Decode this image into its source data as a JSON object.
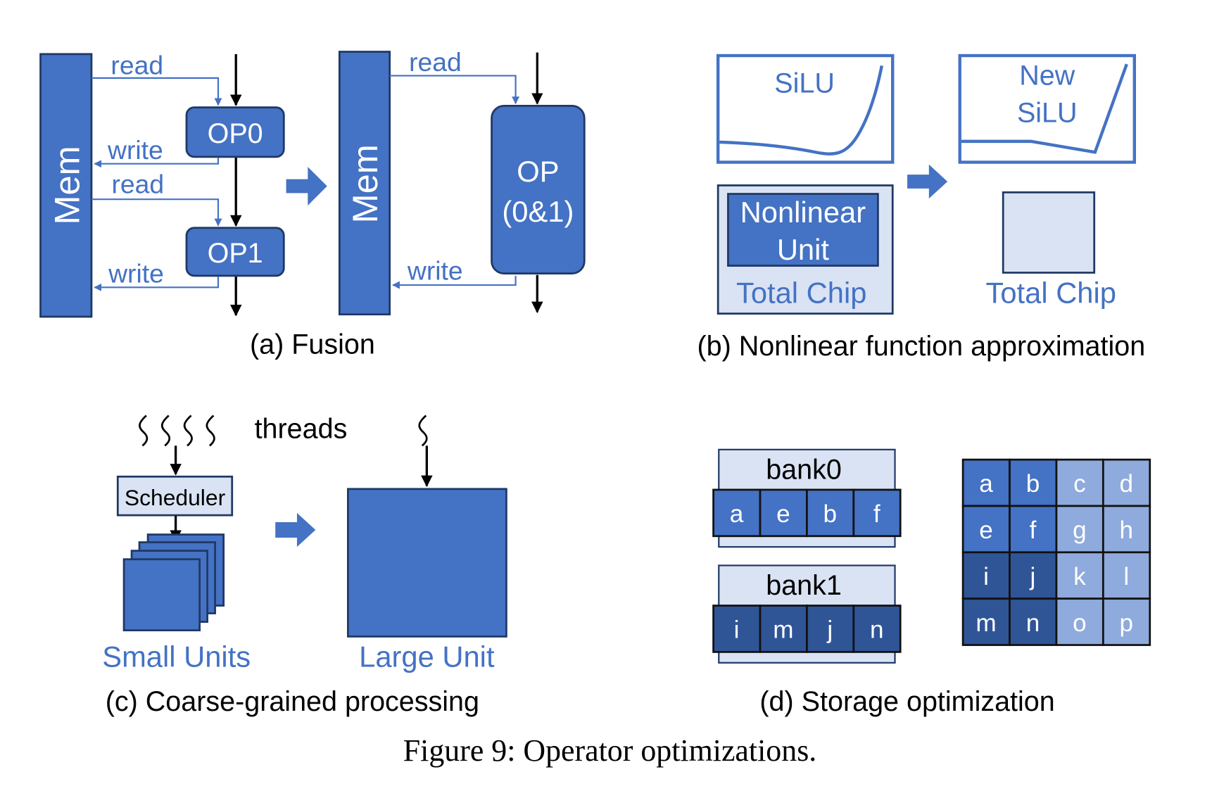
{
  "figure_caption": "Figure 9: Operator optimizations.",
  "colors": {
    "primary_blue": "#4472C4",
    "dark_blue": "#2F5597",
    "light_blue": "#8FAADC",
    "pale_blue": "#DAE3F3",
    "outline_navy": "#1F3864",
    "black": "#000000"
  },
  "panel_a": {
    "caption": "(a) Fusion",
    "before": {
      "mem_label": "Mem",
      "op0_label": "OP0",
      "op1_label": "OP1",
      "read_label_1": "read",
      "write_label_1": "write",
      "read_label_2": "read",
      "write_label_2": "write"
    },
    "after": {
      "mem_label": "Mem",
      "op_label_line1": "OP",
      "op_label_line2": "(0&1)",
      "read_label": "read",
      "write_label": "write"
    }
  },
  "panel_b": {
    "caption": "(b) Nonlinear function approximation",
    "before": {
      "curve_label": "SiLU",
      "unit_label_line1": "Nonlinear",
      "unit_label_line2": "Unit",
      "chip_label": "Total Chip"
    },
    "after": {
      "curve_label_line1": "New",
      "curve_label_line2": "SiLU",
      "chip_label": "Total Chip"
    }
  },
  "panel_c": {
    "caption": "(c) Coarse-grained processing",
    "threads_label": "threads",
    "scheduler_label": "Scheduler",
    "small_units_label": "Small Units",
    "large_unit_label": "Large Unit",
    "thread_count_before": 4,
    "thread_count_after": 1
  },
  "panel_d": {
    "caption": "(d) Storage optimization",
    "banks": [
      {
        "label": "bank0",
        "cells": [
          "a",
          "e",
          "b",
          "f"
        ],
        "shade": "primary"
      },
      {
        "label": "bank1",
        "cells": [
          "i",
          "m",
          "j",
          "n"
        ],
        "shade": "dark"
      }
    ],
    "matrix": [
      [
        {
          "v": "a",
          "shade": "primary"
        },
        {
          "v": "b",
          "shade": "primary"
        },
        {
          "v": "c",
          "shade": "light"
        },
        {
          "v": "d",
          "shade": "light"
        }
      ],
      [
        {
          "v": "e",
          "shade": "primary"
        },
        {
          "v": "f",
          "shade": "primary"
        },
        {
          "v": "g",
          "shade": "light"
        },
        {
          "v": "h",
          "shade": "light"
        }
      ],
      [
        {
          "v": "i",
          "shade": "dark"
        },
        {
          "v": "j",
          "shade": "dark"
        },
        {
          "v": "k",
          "shade": "light"
        },
        {
          "v": "l",
          "shade": "light"
        }
      ],
      [
        {
          "v": "m",
          "shade": "dark"
        },
        {
          "v": "n",
          "shade": "dark"
        },
        {
          "v": "o",
          "shade": "light"
        },
        {
          "v": "p",
          "shade": "light"
        }
      ]
    ]
  }
}
